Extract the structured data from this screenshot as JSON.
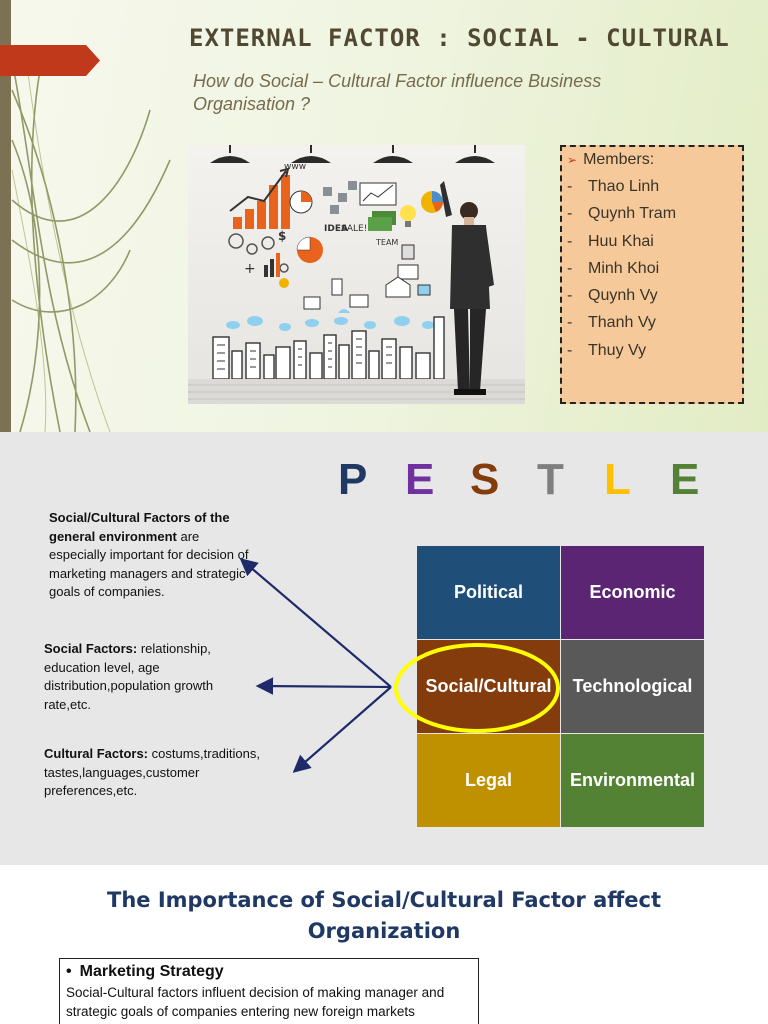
{
  "slide1": {
    "title": "EXTERNAL FACTOR : SOCIAL - CULTURAL",
    "subtitle": "How do Social – Cultural Factor influence Business Organisation ?",
    "members": {
      "heading": "Members:",
      "names": [
        "Thao Linh",
        "Quynh Tram",
        "Huu Khai",
        "Minh Khoi",
        "Quynh Vy",
        "Thanh Vy",
        "Thuy Vy"
      ]
    },
    "photo": {
      "sale_text": "SALE!",
      "team_text": "TEAM",
      "www_text": "www",
      "idea_text": "IDEA"
    }
  },
  "slide2": {
    "pestle_letters": [
      {
        "letter": "P",
        "color": "#1f3864"
      },
      {
        "letter": "E",
        "color": "#7030a0"
      },
      {
        "letter": "S",
        "color": "#843c0c"
      },
      {
        "letter": "T",
        "color": "#7f7f7f"
      },
      {
        "letter": "L",
        "color": "#ffc000"
      },
      {
        "letter": "E",
        "color": "#538135"
      }
    ],
    "intro": {
      "bold": "Social/Cultural Factors of the general environment",
      "rest": " are especially important for decision of marketing managers and strategic goals of companies."
    },
    "social": {
      "bold": "Social Factors:",
      "rest": " relationship, education level, age distribution,population growth rate,etc."
    },
    "cultural": {
      "bold": "Cultural Factors:",
      "rest": " costums,traditions, tastes,languages,customer preferences,etc."
    },
    "grid": [
      {
        "label": "Political",
        "color": "#1f4e79"
      },
      {
        "label": "Economic",
        "color": "#5b2573"
      },
      {
        "label": "Social/Cultural",
        "color": "#843c0c"
      },
      {
        "label": "Technological",
        "color": "#595959"
      },
      {
        "label": "Legal",
        "color": "#bf9000"
      },
      {
        "label": "Environmental",
        "color": "#548235"
      }
    ],
    "highlight_color": "#ffff00",
    "arrow_color": "#1f2a6b"
  },
  "slide3": {
    "heading": "The Importance of Social/Cultural Factor affect Organization",
    "box": {
      "title": "Marketing Strategy",
      "body": "Social-Cultural factors influent decision of making manager and strategic goals of companies entering new foreign markets"
    }
  }
}
